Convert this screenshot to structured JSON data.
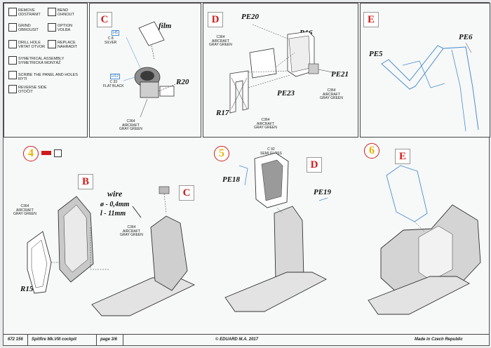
{
  "legend": {
    "items": [
      {
        "icon": "remove-icon",
        "label": "REMOVE\nODSTRANIT"
      },
      {
        "icon": "bend-icon",
        "label": "BEND\nOHNOUT"
      },
      {
        "icon": "grind-icon",
        "label": "GRIND\nOBROUSIT"
      },
      {
        "icon": "option-icon",
        "label": "OPTION\nVOLBA"
      },
      {
        "icon": "drill-icon",
        "label": "DRILL HOLE\nVRTAT OTVOR"
      },
      {
        "icon": "replace-icon",
        "label": "REPLACE\nNAHRADIT"
      },
      {
        "icon": "symmetry-icon",
        "label": "SYMETRICAL ASSEMBLY\nSYMETRICKÁ MONTÁŽ"
      },
      {
        "icon": "scribe-icon",
        "label": "SCRIBE THE PANEL AND HOLES\nRYTÍ"
      },
      {
        "icon": "reverse-icon",
        "label": "REVERSE SIDE\nOTOČIT"
      }
    ]
  },
  "panelC": {
    "letter": "C",
    "film": "film",
    "h5": "H5",
    "c8": "C 8\nSILVER",
    "h12": "H12",
    "c33": "C 33\nFLAT BLACK",
    "r20": "R20",
    "c364": "C364\nAIRCRAFT\nGRAY GREEN"
  },
  "panelD": {
    "letter": "D",
    "pe20": "PE20",
    "r16": "R16",
    "pe21": "PE21",
    "pe23": "PE23",
    "r17": "R17",
    "c364a": "C364\nAIRCRAFT\nGRAY GREEN",
    "c364b": "C364\nAIRCRAFT\nGRAY GREEN",
    "c364c": "C364\nAIRCRAFT\nGRAY GREEN"
  },
  "panelE": {
    "letter": "E",
    "pe5": "PE5",
    "pe6": "PE6"
  },
  "step4": {
    "number": "4",
    "letterB": "B",
    "letterC": "C",
    "wire": "wire",
    "dia": "ø - 0,4mm",
    "len": "l - 11mm",
    "c364a": "C364\nAIRCRAFT\nGRAY GREEN",
    "c364b": "C364\nAIRCRAFT\nGRAY GREEN",
    "r15": "R15"
  },
  "step5": {
    "number": "5",
    "letterD": "D",
    "c92": "C 92\nSEMI GLOSS\nBLACK",
    "pe18": "PE18",
    "pe19": "PE19"
  },
  "step6": {
    "number": "6",
    "letterE": "E"
  },
  "footer": {
    "code": "672 156",
    "title": "Spitfire Mk.VIII cockpit",
    "page": "page 3/6",
    "copyright": "© EDUARD  M.A. 2017",
    "made": "Made in Czech Republic"
  },
  "colors": {
    "accent": "#d01b1b",
    "step": "#e8b400",
    "pe": "#4a8fd0"
  }
}
